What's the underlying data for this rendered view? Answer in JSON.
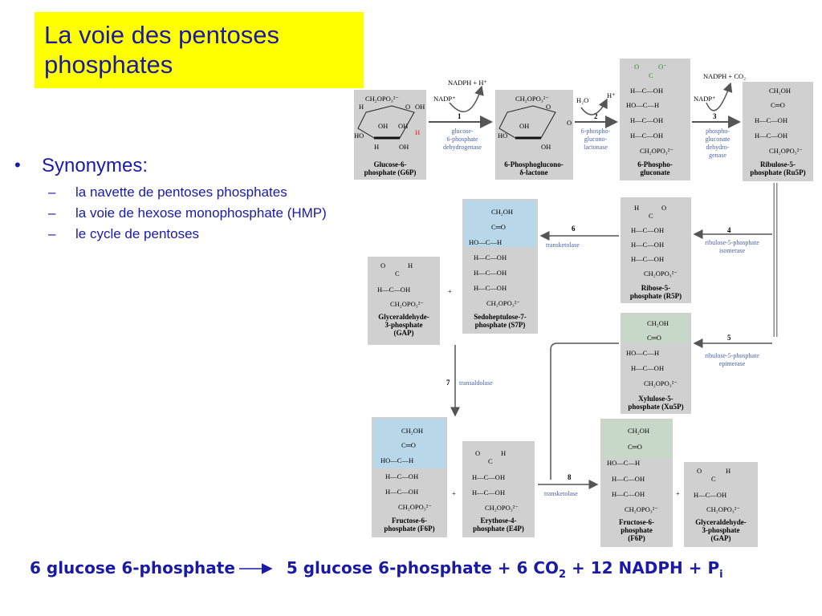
{
  "slide": {
    "title": "La voie des pentoses phosphates",
    "bullet_marker": "•",
    "synonyms_heading": "Synonymes:",
    "synonyms": [
      {
        "dash": "–",
        "text": "la navette de pentoses phosphates"
      },
      {
        "dash": "–",
        "text": "la voie de hexose monophosphate (HMP)"
      },
      {
        "dash": "–",
        "text": "le cycle de pentoses"
      }
    ],
    "equation": {
      "left": "6 glucose 6-phosphate",
      "right_a": "5 glucose 6-phosphate + 6 CO",
      "sub_a": "2",
      "right_b": " + 12 NADPH + P",
      "sub_b": "i"
    },
    "colors": {
      "title_bg": "#ffff00",
      "text_blue": "#1a1aa6",
      "enzyme_blue": "#4a62a8",
      "highlight_red": "#dd2222"
    }
  },
  "diagram": {
    "molecules": {
      "g6p": "Glucose-6-|phosphate (G6P)",
      "lactone": "6-Phosphoglucono-|δ-lactone",
      "pgluconate": "6-Phospho-|gluconate",
      "ru5p": "Ribulose-5-|phosphate (Ru5P)",
      "r5p": "Ribose-5-|phosphate (R5P)",
      "s7p": "Sedoheptulose-7-|phosphate (S7P)",
      "gap1": "Glyceraldehyde-|3-phosphate|(GAP)",
      "xu5p": "Xylulose-5-|phosphate (Xu5P)",
      "f6p1": "Fructose-6-|phosphate (F6P)",
      "e4p": "Erythose-4-|phosphate (E4P)",
      "f6p2": "Fructose-6-|phosphate|(F6P)",
      "gap2": "Glyceraldehyde-|3-phosphate|(GAP)"
    },
    "enzymes": {
      "e1": "glucose-|6-phosphate|dehydrogenase",
      "e2": "6-phospho-|glucono-|lactonase",
      "e3": "phospho-|gluconate|dehydro-|genase",
      "e4": "ribulose-5-phosphate|isomerase",
      "e5": "ribulose-5-phosphate|epimerase",
      "e6": "transketolase",
      "e7": "transaldolase",
      "e8": "transketolase"
    },
    "step_numbers": [
      "1",
      "2",
      "3",
      "4",
      "5",
      "6",
      "7",
      "8"
    ],
    "cofactors": {
      "nadp1": "NADP⁺",
      "nadph1": "NADPH + H⁺",
      "h2o": "H₂O",
      "hplus": "H⁺",
      "nadph3": "NADPH + CO₂",
      "nadp3": "NADP⁺"
    },
    "plus": "+",
    "atoms": {
      "c": "C",
      "h": "H",
      "o": "O",
      "oh": "OH",
      "ho": "HO",
      "ch2oh": "CH₂OH",
      "ch2opo3": "CH₂OPO₃²⁻",
      "coo": "O⁻",
      "ho_c_h": "HO—C—H",
      "h_c_oh": "H—C—OH",
      "c_o": "C═O"
    }
  }
}
